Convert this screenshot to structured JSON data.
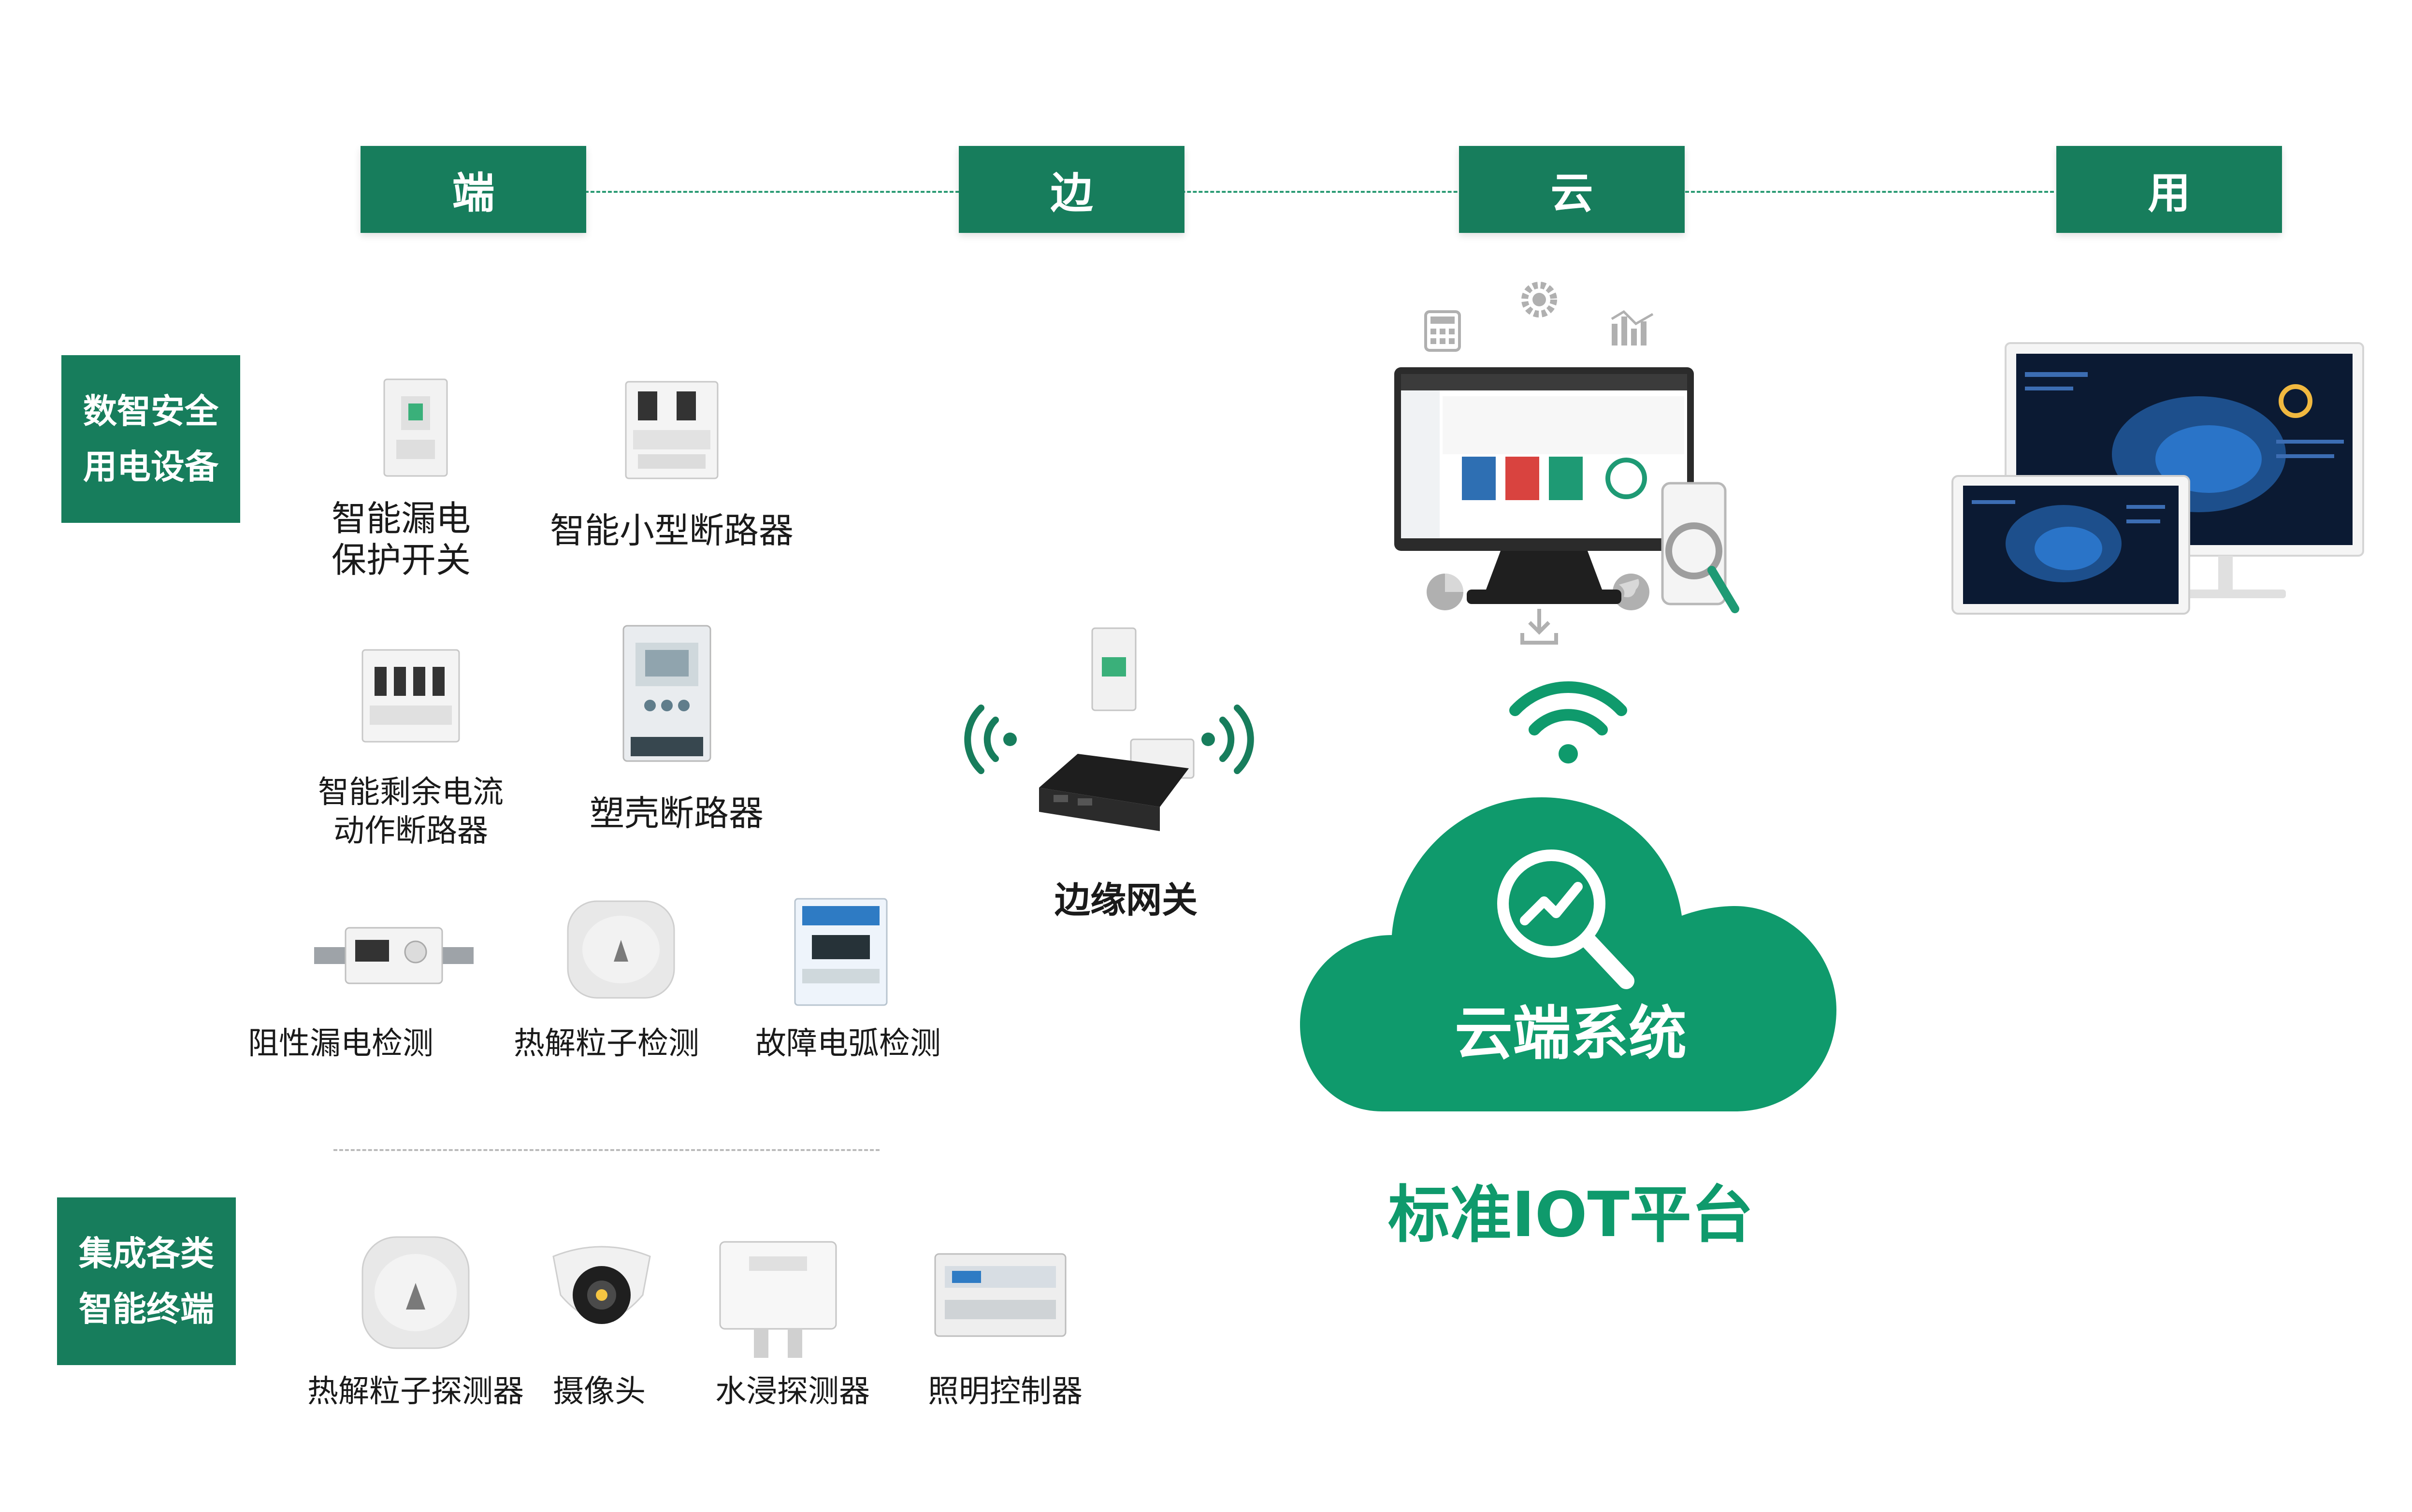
{
  "stages": [
    "端",
    "边",
    "云",
    "用"
  ],
  "categories": {
    "safety": [
      "数智安全",
      "用电设备"
    ],
    "terminals": [
      "集成各类",
      "智能终端"
    ]
  },
  "devices": {
    "leakage_switch": [
      "智能漏电",
      "保护开关"
    ],
    "mini_breaker": "智能小型断路器",
    "residual_breaker": [
      "智能剩余电流",
      "动作断路器"
    ],
    "molded_breaker": "塑壳断路器",
    "resistive_leak": "阻性漏电检测",
    "pyrolysis_detect": "热解粒子检测",
    "arc_detect": "故障电弧检测"
  },
  "terminals": {
    "pyrolysis_detector": "热解粒子探测器",
    "camera": "摄像头",
    "water_detector": "水浸探测器",
    "lighting_controller": "照明控制器"
  },
  "edge": {
    "label": "边缘网关"
  },
  "cloud": {
    "label": "云端系统",
    "platform": "标准IOT平台"
  },
  "colors": {
    "primary": "#177d5c",
    "cloud": "#0f9a6c",
    "dash": "#2b9b74"
  }
}
